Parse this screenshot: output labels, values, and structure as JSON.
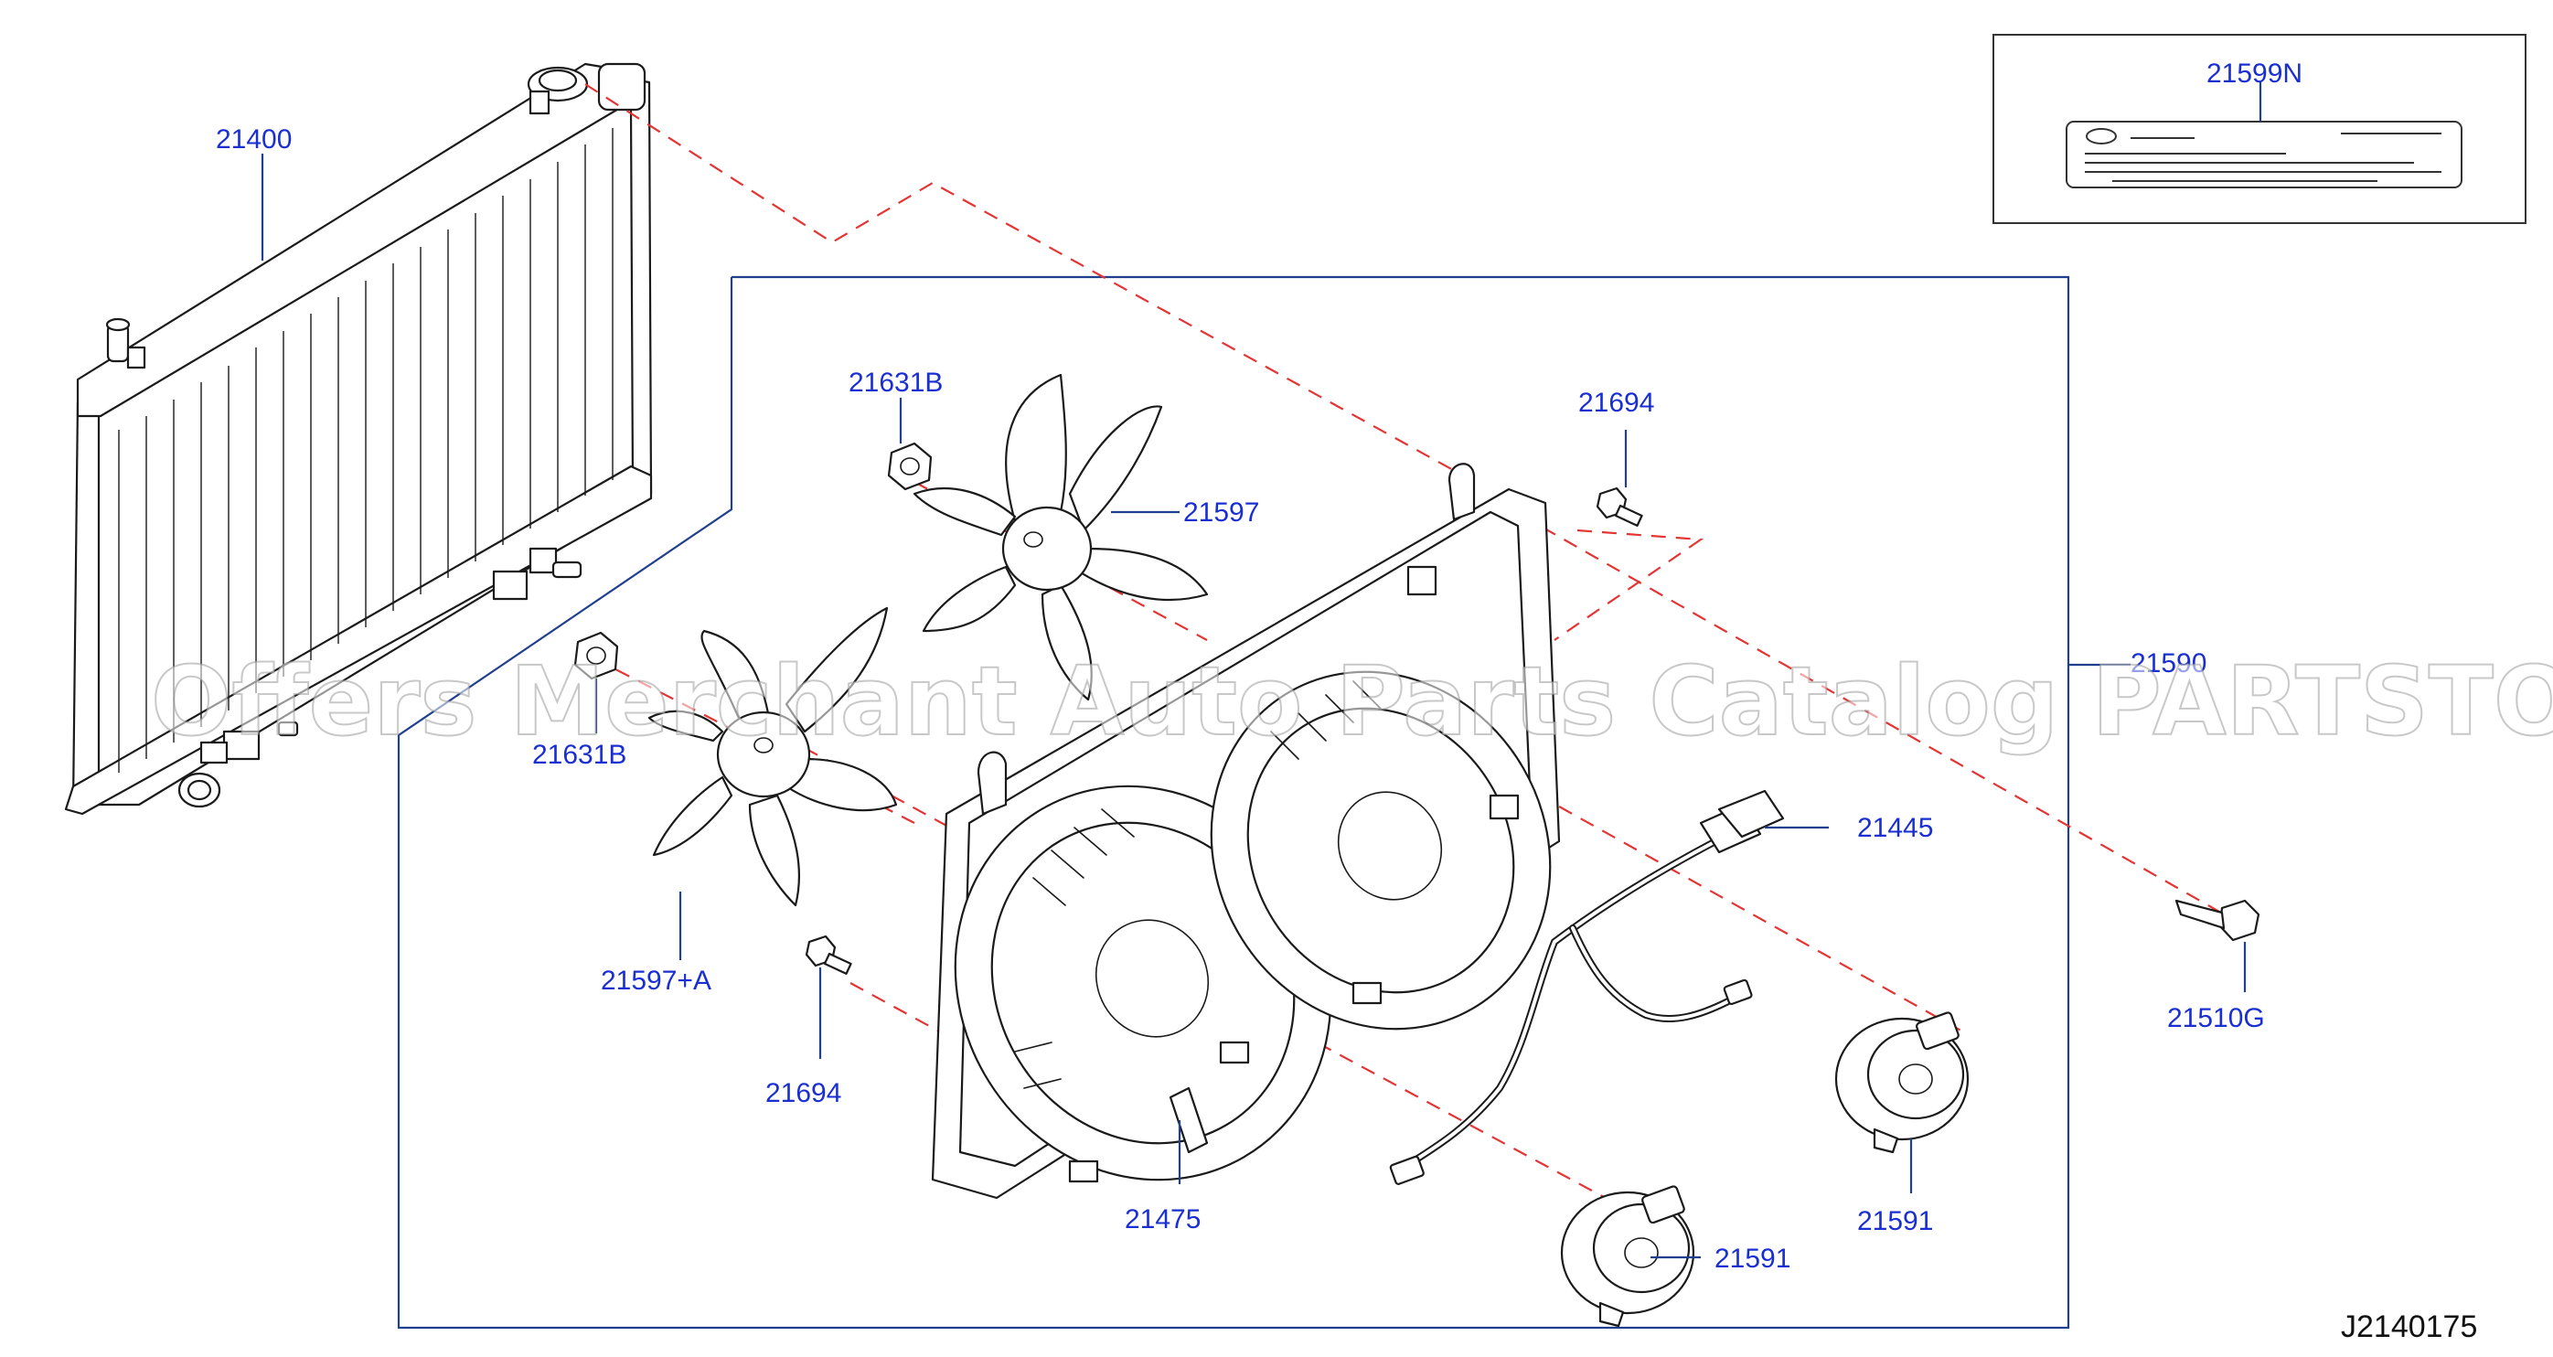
{
  "diagram": {
    "code": "J2140175",
    "watermark": "Offers Merchant Auto Parts Catalog PARTSTORE.SA",
    "callouts": {
      "radiator": "21400",
      "caution_label": "21599N",
      "nut_upper": "21631B",
      "nut_lower": "21631B",
      "fan_upper": "21597",
      "fan_lower": "21597+A",
      "bolt_upper": "21694",
      "bolt_lower": "21694",
      "shroud_assembly": "21590",
      "harness": "21445",
      "screw": "21510G",
      "motor_right": "21591",
      "motor_bottom": "21591",
      "shroud": "21475"
    }
  }
}
